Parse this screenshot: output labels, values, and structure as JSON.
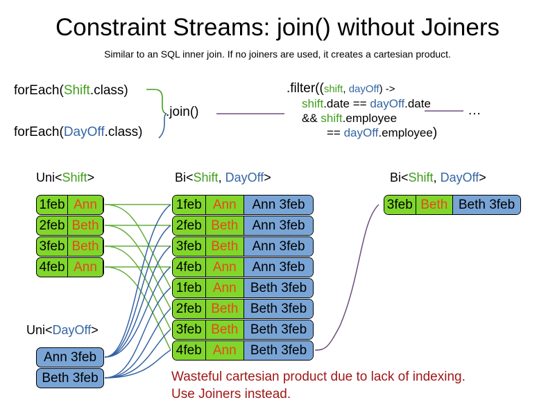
{
  "header": {
    "title": "Constraint Streams: join() without Joiners",
    "subtitle": "Similar to an SQL inner join. If no joiners are used, it creates a cartesian product."
  },
  "code": {
    "foreach_shift": {
      "prefix": "forEach(",
      "type": "Shift",
      "suffix": ".class)"
    },
    "foreach_dayoff": {
      "prefix": "forEach(",
      "type": "DayOff",
      "suffix": ".class)"
    },
    "join_label": ".join()",
    "filter": {
      "line1_a": ".filter((",
      "line1_shift": "shift",
      "line1_comma": ", ",
      "line1_dayoff": "dayOff",
      "line1_b": ") ->",
      "line2_shift": "shift",
      "line2_mid": ".date == ",
      "line2_dayoff": "dayOff",
      "line2_end": ".date",
      "line3_a": "&& ",
      "line3_shift": "shift",
      "line3_end": ".employee",
      "line4_a": "== ",
      "line4_dayoff": "dayOff",
      "line4_end": ".employee",
      "line4_paren": ")"
    },
    "ellipsis": "..."
  },
  "labels": {
    "uni_shift": {
      "pre": "Uni<",
      "type": "Shift",
      "post": ">"
    },
    "uni_dayoff": {
      "pre": "Uni<",
      "type": "DayOff",
      "post": ">"
    },
    "bi_middle": {
      "pre": "Bi<",
      "type_a": "Shift",
      "sep": ", ",
      "type_b": "DayOff",
      "post": ">"
    },
    "bi_right": {
      "pre": "Bi<",
      "type_a": "Shift",
      "sep": ", ",
      "type_b": "DayOff",
      "post": ">"
    }
  },
  "shift_facts": [
    {
      "date": "1feb",
      "employee": "Ann"
    },
    {
      "date": "2feb",
      "employee": "Beth"
    },
    {
      "date": "3feb",
      "employee": "Beth"
    },
    {
      "date": "4feb",
      "employee": "Ann"
    }
  ],
  "dayoff_facts": [
    {
      "pair": "Ann 3feb"
    },
    {
      "pair": "Beth 3feb"
    }
  ],
  "cartesian_product": [
    {
      "date": "1feb",
      "employee": "Ann",
      "dayoff": "Ann 3feb"
    },
    {
      "date": "2feb",
      "employee": "Beth",
      "dayoff": "Ann 3feb"
    },
    {
      "date": "3feb",
      "employee": "Beth",
      "dayoff": "Ann 3feb"
    },
    {
      "date": "4feb",
      "employee": "Ann",
      "dayoff": "Ann 3feb"
    },
    {
      "date": "1feb",
      "employee": "Ann",
      "dayoff": "Beth 3feb"
    },
    {
      "date": "2feb",
      "employee": "Beth",
      "dayoff": "Beth 3feb"
    },
    {
      "date": "3feb",
      "employee": "Beth",
      "dayoff": "Beth 3feb"
    },
    {
      "date": "4feb",
      "employee": "Ann",
      "dayoff": "Beth 3feb"
    }
  ],
  "result_facts": [
    {
      "date": "3feb",
      "employee": "Beth",
      "dayoff": "Beth 3feb"
    }
  ],
  "warning": {
    "line1": "Wasteful cartesian product due to lack of indexing.",
    "line2": "Use Joiners instead."
  },
  "colors": {
    "shift_green": "#80D62B",
    "dayoff_blue": "#79A4D6",
    "employee_orange": "#E24A1C",
    "type_green": "#3F9E1C",
    "type_blue": "#3465A4",
    "warning_red": "#A01717",
    "connector_purple": "#6E4C7E"
  }
}
